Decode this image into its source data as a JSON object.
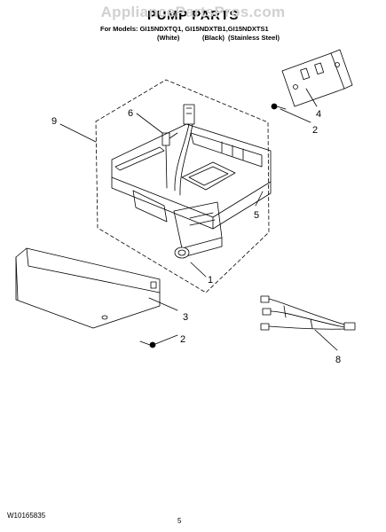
{
  "watermark": "AppliancePartsPros.com",
  "title": "PUMP PARTS",
  "models_line": "For Models: GI15NDXTQ1, GI15NDXTB1,GI15NDXTS1",
  "variants": [
    "(White)",
    "(Black)",
    "(Stainless Steel)"
  ],
  "callouts": [
    "1",
    "2",
    "2",
    "3",
    "4",
    "5",
    "6",
    "8",
    "9"
  ],
  "footer": {
    "doc_number": "W10165835",
    "page_number": "5"
  }
}
